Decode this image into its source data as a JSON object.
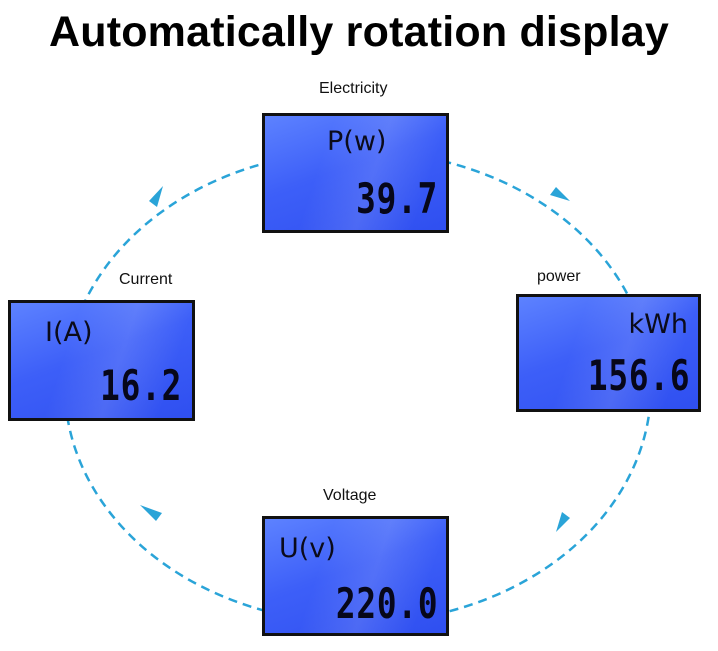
{
  "title": "Automatically rotation display",
  "colors": {
    "panel": "#3d5ff8",
    "arrow": "#2aa4d8",
    "frame": "#111111"
  },
  "displays": {
    "electricity": {
      "label": "Electricity",
      "unit": "P(w)",
      "value": "39.7"
    },
    "power": {
      "label": "power",
      "unit": "kWh",
      "value": "156.6"
    },
    "voltage": {
      "label": "Voltage",
      "unit": "U(v)",
      "value": "220.0"
    },
    "current": {
      "label": "Current",
      "unit": "I(A)",
      "value": "16.2"
    }
  },
  "rotation_direction": "clockwise"
}
